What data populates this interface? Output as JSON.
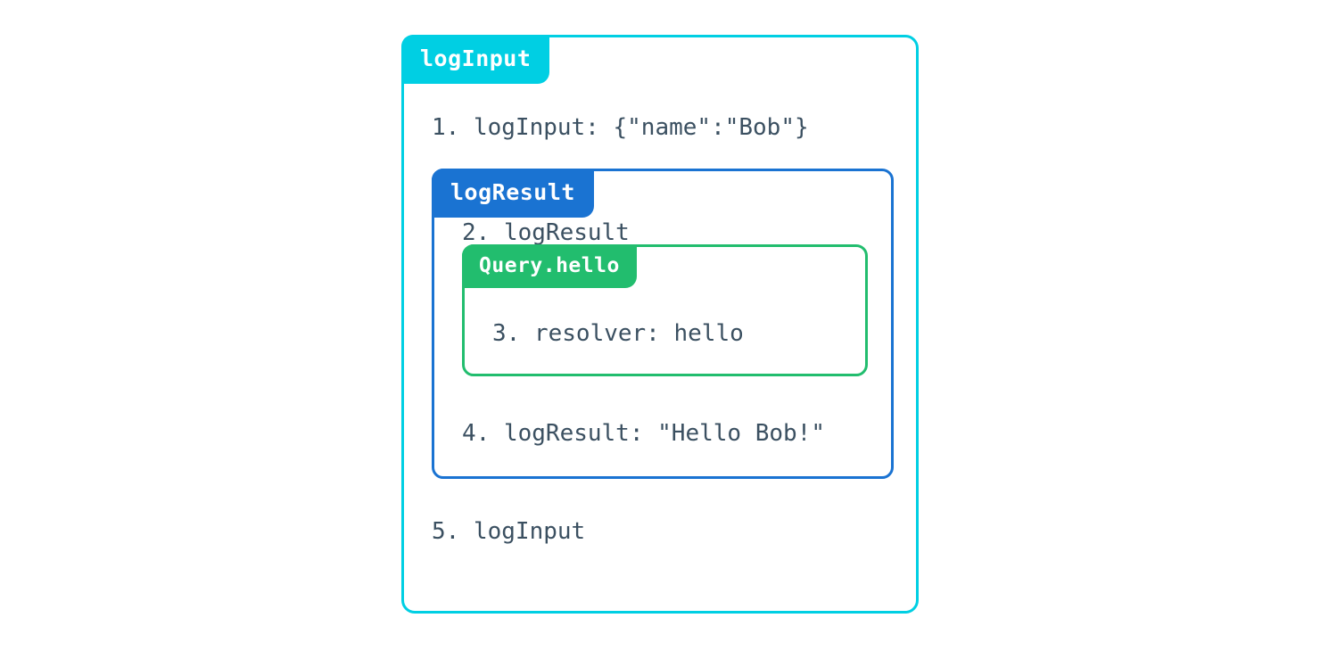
{
  "diagram": {
    "type": "nested-execution-trace",
    "colors": {
      "outer_accent": "#00cfe3",
      "middle_accent": "#1a73d2",
      "inner_accent": "#22bd6e",
      "text": "#3b5061",
      "background": "#ffffff",
      "tab_text": "#ffffff"
    },
    "boxes": {
      "outer": {
        "tab_label": "logInput",
        "lines": [
          {
            "number": "1.",
            "text": "1. logInput: {\"name\":\"Bob\"}"
          },
          {
            "number": "5.",
            "text": "5. logInput"
          }
        ]
      },
      "middle": {
        "tab_label": "logResult",
        "lines": [
          {
            "number": "2.",
            "text": "2. logResult"
          },
          {
            "number": "4.",
            "text": "4. logResult: \"Hello Bob!\""
          }
        ]
      },
      "inner": {
        "tab_label": "Query.hello",
        "lines": [
          {
            "number": "3.",
            "text": "3. resolver: hello"
          }
        ]
      }
    }
  }
}
